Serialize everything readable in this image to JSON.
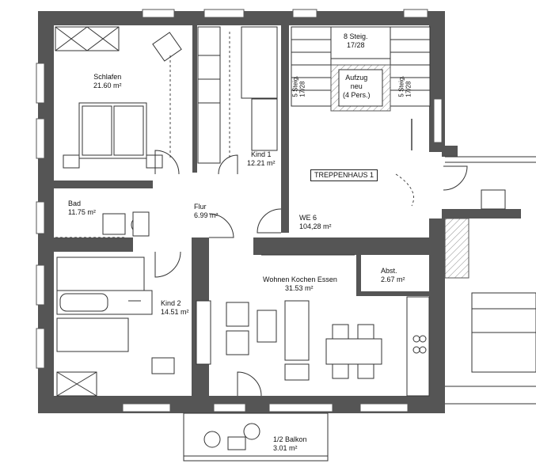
{
  "rooms": {
    "schlafen": {
      "name": "Schlafen",
      "area": "21.60 m²"
    },
    "kind1": {
      "name": "Kind 1",
      "area": "12.21 m²"
    },
    "bad": {
      "name": "Bad",
      "area": "11.75 m²"
    },
    "flur": {
      "name": "Flur",
      "area": "6.99 m²"
    },
    "we6": {
      "name": "WE 6",
      "area": "104,28 m²"
    },
    "wohnen": {
      "name": "Wohnen Kochen Essen",
      "area": "31.53 m²"
    },
    "abst": {
      "name": "Abst.",
      "area": "2.67 m²"
    },
    "kind2": {
      "name": "Kind 2",
      "area": "14.51 m²"
    },
    "balkon": {
      "name": "1/2 Balkon",
      "area": "3.01 m²"
    }
  },
  "stair": {
    "top_steps": "8 Steig.",
    "top_ratio": "17/28",
    "left_steps": "5 Steig.",
    "left_ratio": "17/28",
    "right_steps": "5 Steig.",
    "right_ratio": "17/28",
    "elevator_line1": "Aufzug",
    "elevator_line2": "neu",
    "elevator_line3": "(4 Pers.)",
    "hall_label": "TREPPENHAUS 1"
  },
  "colors": {
    "wall": "#555555",
    "line": "#333333",
    "background": "#ffffff"
  }
}
